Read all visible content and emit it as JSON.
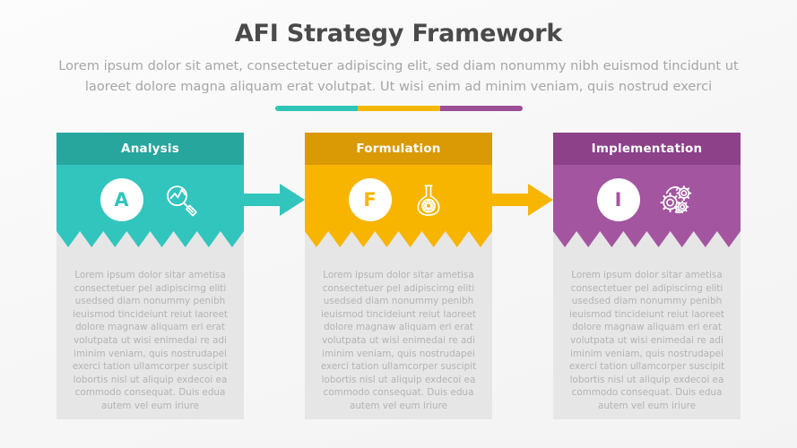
{
  "header": {
    "title": "AFI Strategy Framework",
    "subtitle": "Lorem ipsum dolor sit amet, consectetuer adipiscing elit, sed diam nonummy nibh euismod tincidunt ut laoreet dolore magna aliquam erat volutpat. Ut wisi enim ad minim veniam, quis nostrud exerci"
  },
  "divider": {
    "segments": [
      "#2ec4b6",
      "#f2b705",
      "#9b4f96"
    ]
  },
  "colors": {
    "teal": "#31c5bd",
    "teal_dark": "#27a69e",
    "amber": "#f7b500",
    "amber_dark": "#d99a06",
    "purple": "#a355a0",
    "purple_dark": "#8c4189",
    "body_bg": "#e6e6e6",
    "body_text": "#b3b3b3",
    "title_text": "#4a4a4a",
    "subtitle_text": "#a6a6a6"
  },
  "body_text": "Lorem ipsum dolor sitar ametisa consectetuer pel adipiscirng eliti usedsed diam nonummy penibh ieuismod tincideiunt reiut laoreet dolore magnaw aliquam eri erat volutpata ut wisi enimedai re adi iminim veniam, quis nostrudapei exerci tation ullamcorper suscipit lobortis nisl ut aliquip exdecoi ea commodo consequat. Duis edua autem vel eum iriure",
  "cards": [
    {
      "title": "Analysis",
      "letter": "A",
      "icon": "magnifier-chart-icon",
      "color": "#31c5bd",
      "header_color": "#27a69e",
      "body": "Lorem ipsum dolor sitar ametisa consectetuer pel adipiscirng eliti usedsed diam nonummy penibh ieuismod tincideiunt reiut laoreet dolore magnaw aliquam eri erat volutpata ut wisi enimedai re adi iminim veniam, quis nostrudapei exerci tation ullamcorper suscipit lobortis nisl ut aliquip exdecoi ea commodo consequat. Duis edua autem vel eum iriure"
    },
    {
      "title": "Formulation",
      "letter": "F",
      "icon": "flask-molecule-icon",
      "color": "#f7b500",
      "header_color": "#d99a06",
      "body": "Lorem ipsum dolor sitar ametisa consectetuer pel adipiscirng eliti usedsed diam nonummy penibh ieuismod tincideiunt reiut laoreet dolore magnaw aliquam eri erat volutpata ut wisi enimedai re adi iminim veniam, quis nostrudapei exerci tation ullamcorper suscipit lobortis nisl ut aliquip exdecoi ea commodo consequat. Duis edua autem vel eum iriure"
    },
    {
      "title": "Implementation",
      "letter": "I",
      "icon": "gears-icon",
      "color": "#a355a0",
      "header_color": "#8c4189",
      "body": "Lorem ipsum dolor sitar ametisa consectetuer pel adipiscirng eliti usedsed diam nonummy penibh ieuismod tincideiunt reiut laoreet dolore magnaw aliquam eri erat volutpata ut wisi enimedai re adi iminim veniam, quis nostrudapei exerci tation ullamcorper suscipit lobortis nisl ut aliquip exdecoi ea commodo consequat. Duis edua autem vel eum iriure"
    }
  ],
  "arrows": [
    {
      "name": "arrow-analysis-to-formulation",
      "color": "#31c5bd"
    },
    {
      "name": "arrow-formulation-to-implementation",
      "color": "#f7b500"
    }
  ]
}
